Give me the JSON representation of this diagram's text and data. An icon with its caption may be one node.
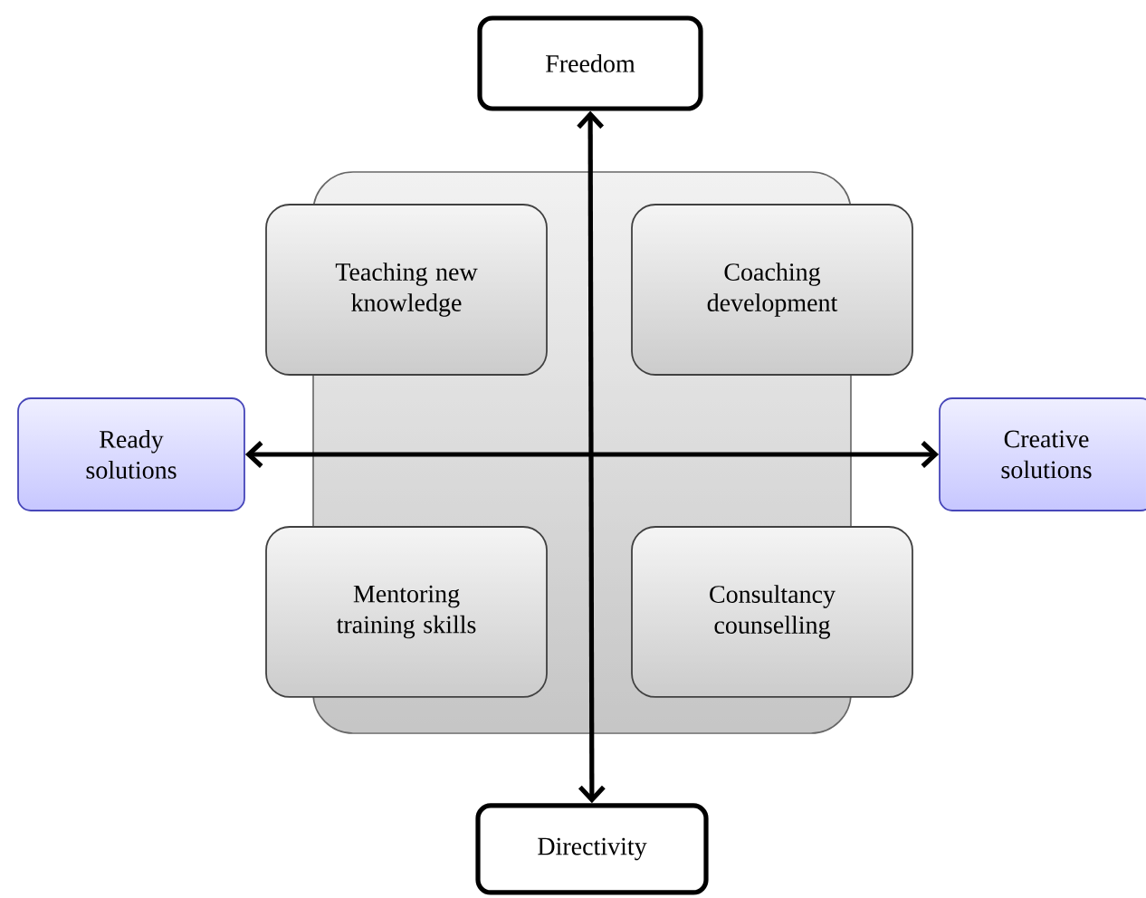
{
  "diagram": {
    "nodes": [
      {
        "text": [
          "Freedom"
        ]
      },
      {
        "text": [
          "Teaching new knowledge"
        ]
      },
      {
        "text": [
          "Coaching development"
        ]
      },
      {
        "text": [
          "Ready solutions"
        ]
      },
      {
        "text": [
          "Creative solutions"
        ]
      },
      {
        "text": [
          "Mentoring training skills"
        ]
      },
      {
        "text": [
          "Consultancy counselling"
        ]
      },
      {
        "text": [
          "Directivity"
        ]
      }
    ],
    "edges": [
      {
        "from": 0,
        "to": 7,
        "arrow": "both"
      },
      {
        "from": 3,
        "to": 4,
        "arrow": "both"
      }
    ]
  }
}
